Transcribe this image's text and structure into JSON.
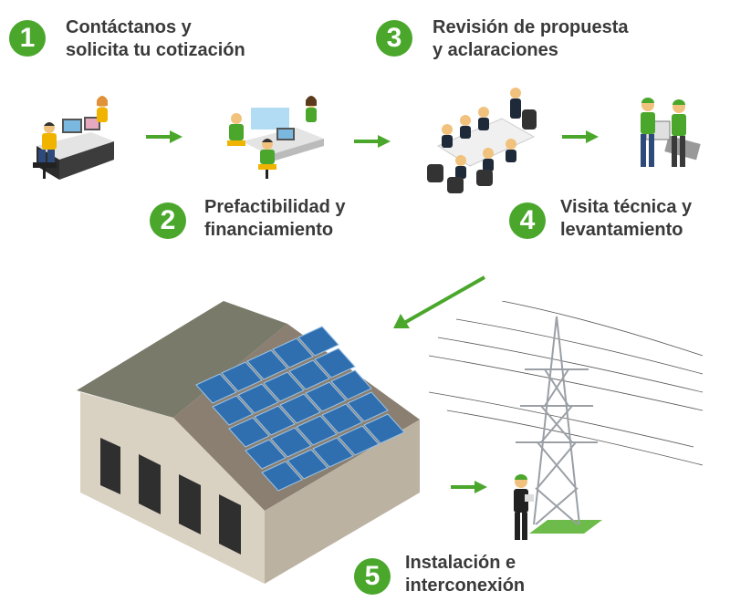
{
  "colors": {
    "accent": "#4aa72c",
    "text": "#3a3a3a"
  },
  "steps": [
    {
      "number": "1",
      "line1": "Contáctanos y",
      "line2": "solicita tu cotización"
    },
    {
      "number": "2",
      "line1": "Prefactibilidad y",
      "line2": "financiamiento"
    },
    {
      "number": "3",
      "line1": "Revisión de propuesta",
      "line2": "y aclaraciones"
    },
    {
      "number": "4",
      "line1": "Visita técnica y",
      "line2": "levantamiento"
    },
    {
      "number": "5",
      "line1": "Instalación e",
      "line2": "interconexión"
    }
  ],
  "warehouse_doors": [
    "A",
    "B",
    "C",
    "D"
  ],
  "icons": [
    "office-worker-icon",
    "team-desk-icon",
    "meeting-table-icon",
    "technicians-icon",
    "solar-warehouse-icon",
    "power-tower-icon",
    "arrow-right-icon"
  ]
}
